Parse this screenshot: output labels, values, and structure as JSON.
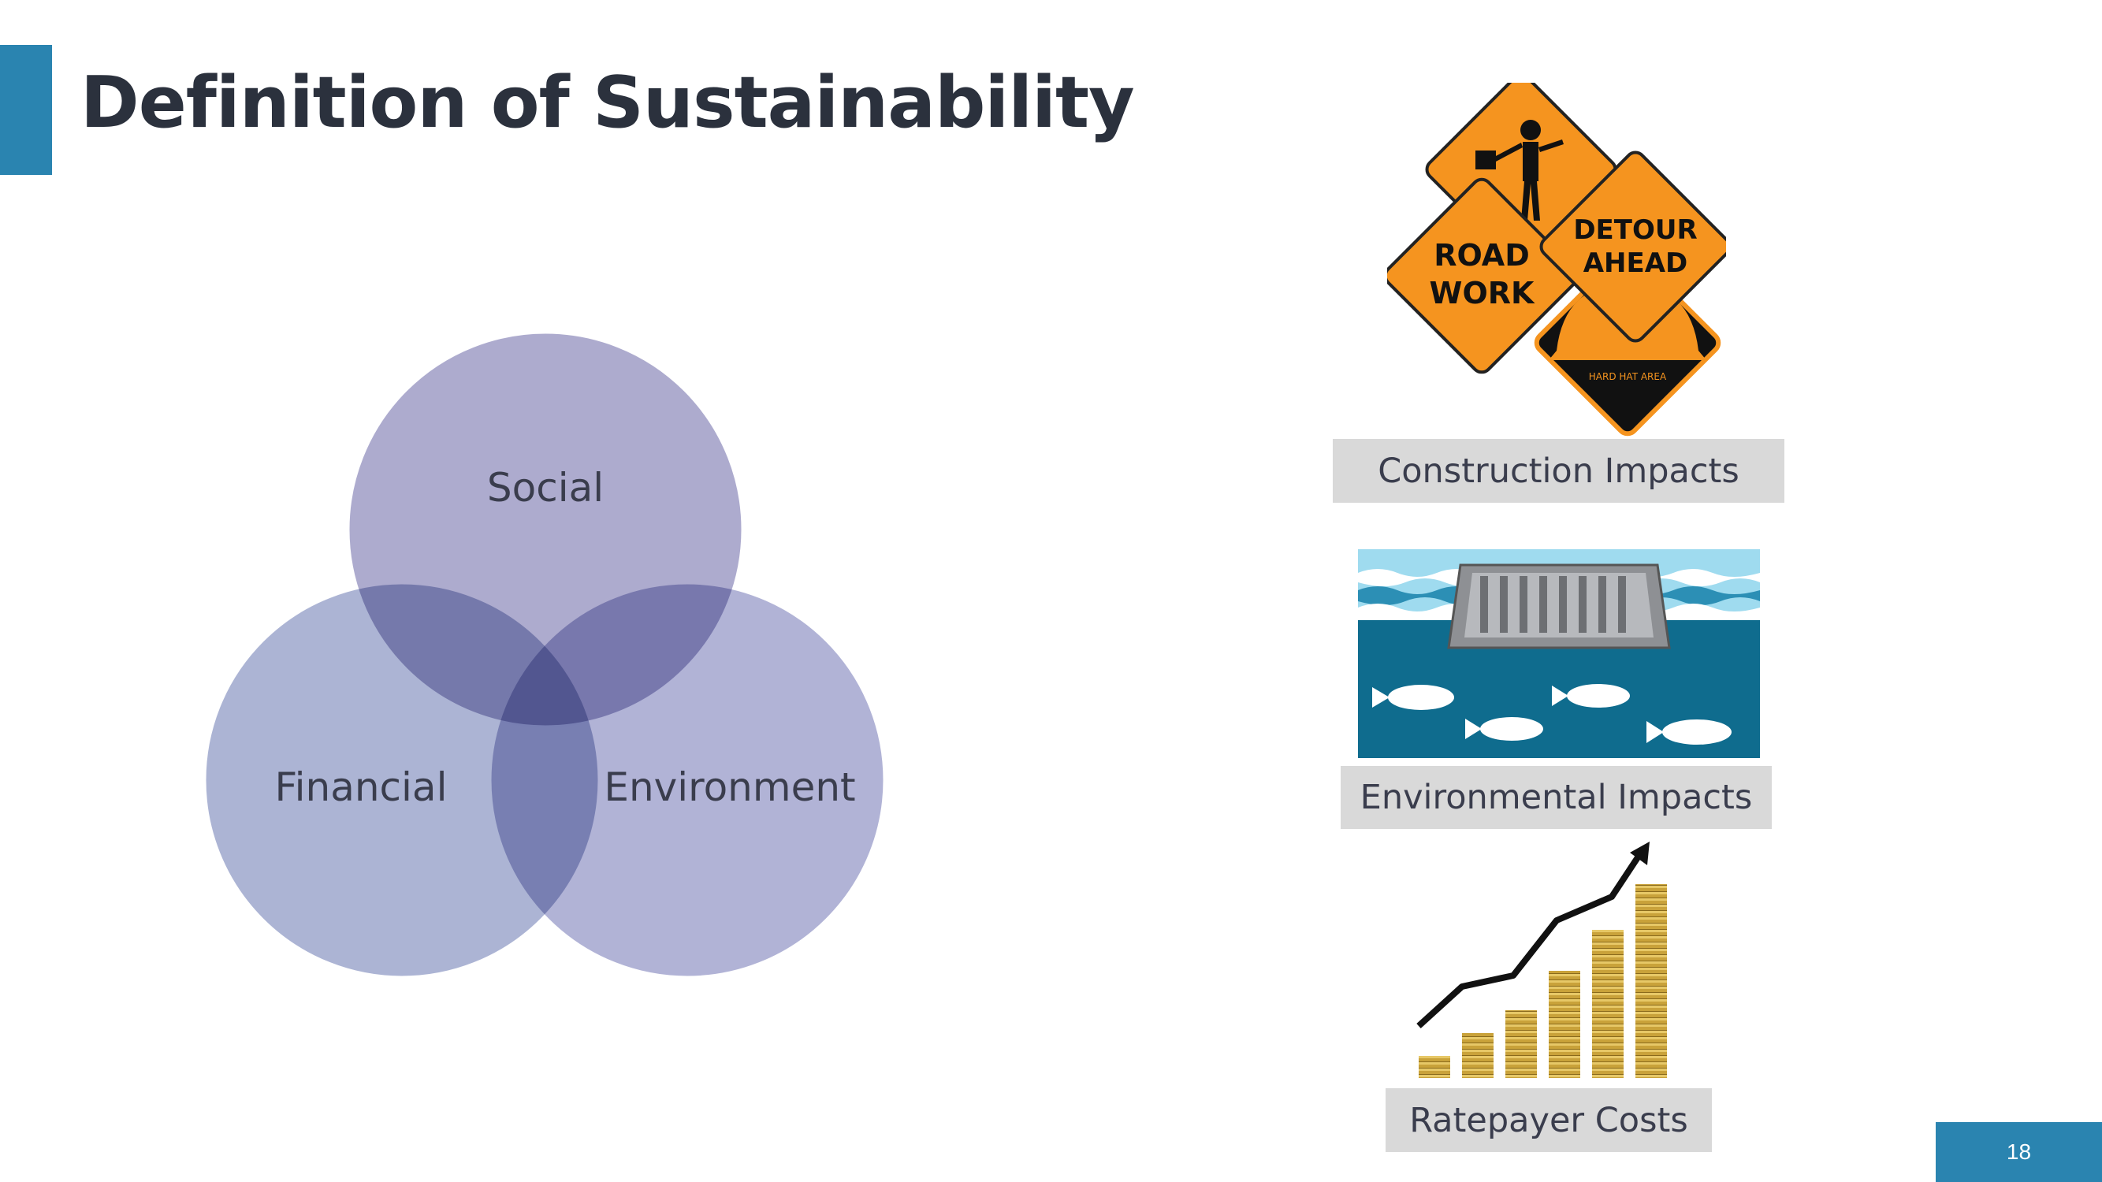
{
  "slide": {
    "title": "Definition of Sustainability",
    "page_number": "18",
    "accent_color": "#2a84b0"
  },
  "venn": {
    "circles": [
      {
        "label": "Social",
        "color": "#a4a2c9"
      },
      {
        "label": "Financial",
        "color": "#9ea7cc"
      },
      {
        "label": "Environment",
        "color": "#a3a6cf"
      }
    ]
  },
  "impacts": [
    {
      "caption": "Construction Impacts",
      "icon": "road-work-signs"
    },
    {
      "caption": "Environmental Impacts",
      "icon": "storm-drain-with-fish"
    },
    {
      "caption": "Ratepayer Costs",
      "icon": "rising-coin-stacks"
    }
  ],
  "signs": {
    "road_work_line1": "ROAD",
    "road_work_line2": "WORK",
    "detour_line1": "DETOUR",
    "detour_line2": "AHEAD",
    "hard_hat": "HARD HAT AREA"
  }
}
